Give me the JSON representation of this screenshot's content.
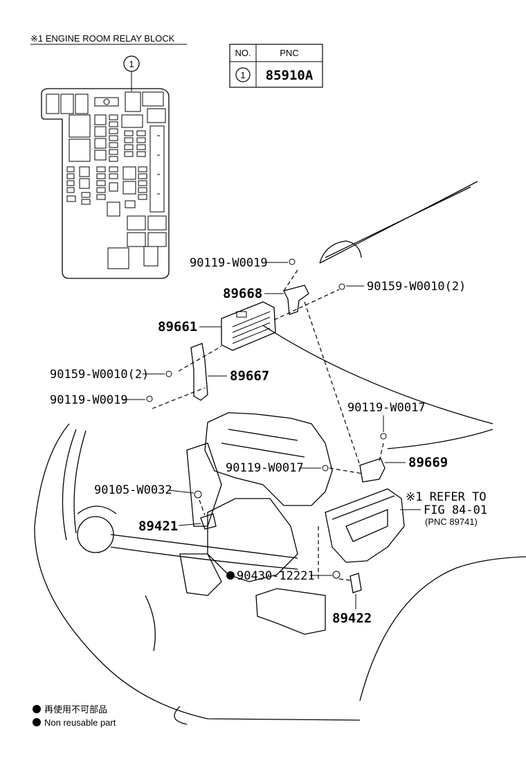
{
  "relay_block_title": "※1 ENGINE ROOM RELAY BLOCK",
  "relay_block_callout": "1",
  "pnc_table": {
    "header_no": "NO.",
    "header_pnc": "PNC",
    "row_no": "1",
    "row_pnc": "85910A"
  },
  "parts": [
    "90119-W0019",
    "89668",
    "90159-W0010(2)",
    "89661",
    "90159-W0010(2)",
    "89667",
    "90119-W0019",
    "90119-W0017",
    "90119-W0017",
    "89669",
    "90105-W0032",
    "89421",
    "90430-12221",
    "89422"
  ],
  "refer_note": {
    "line1": "※1 REFER TO",
    "line2": "FIG 84-01",
    "line3": "(PNC 89741)"
  },
  "legend": {
    "jp": "再使用不可部品",
    "en": "Non  reusable part"
  }
}
